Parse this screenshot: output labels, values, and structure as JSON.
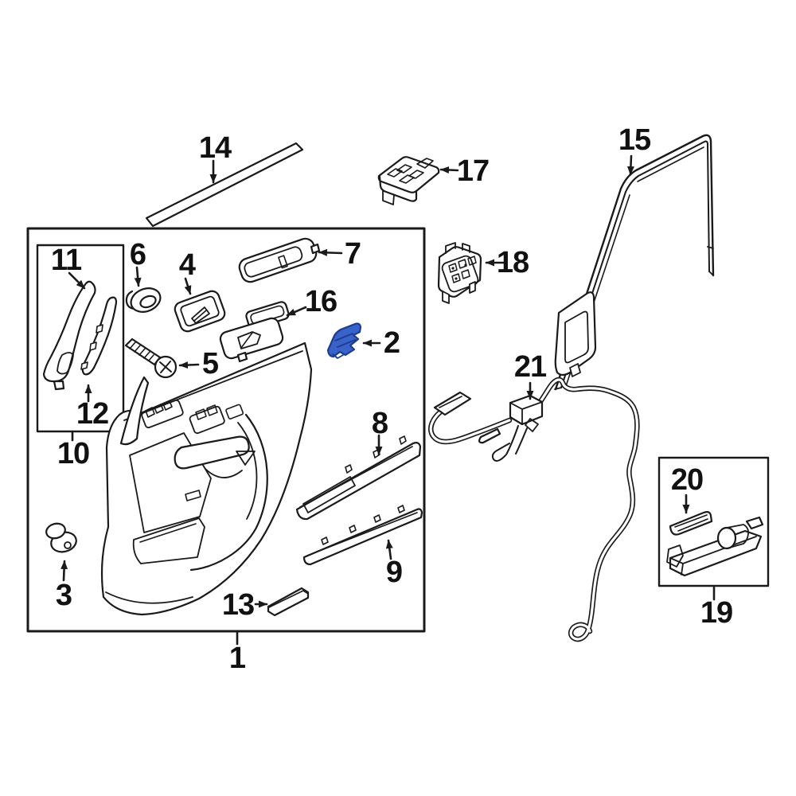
{
  "figure": {
    "background": "#ffffff",
    "line_color": "#1a1a1a",
    "highlight": {
      "callout": "2",
      "fill": "#3a63c9",
      "stroke": "#1c3c8f"
    }
  },
  "callouts": {
    "c1": "1",
    "c2": "2",
    "c3": "3",
    "c4": "4",
    "c5": "5",
    "c6": "6",
    "c7": "7",
    "c8": "8",
    "c9": "9",
    "c10": "10",
    "c11": "11",
    "c12": "12",
    "c13": "13",
    "c14": "14",
    "c15": "15",
    "c16": "16",
    "c17": "17",
    "c18": "18",
    "c19": "19",
    "c20": "20",
    "c21": "21"
  }
}
